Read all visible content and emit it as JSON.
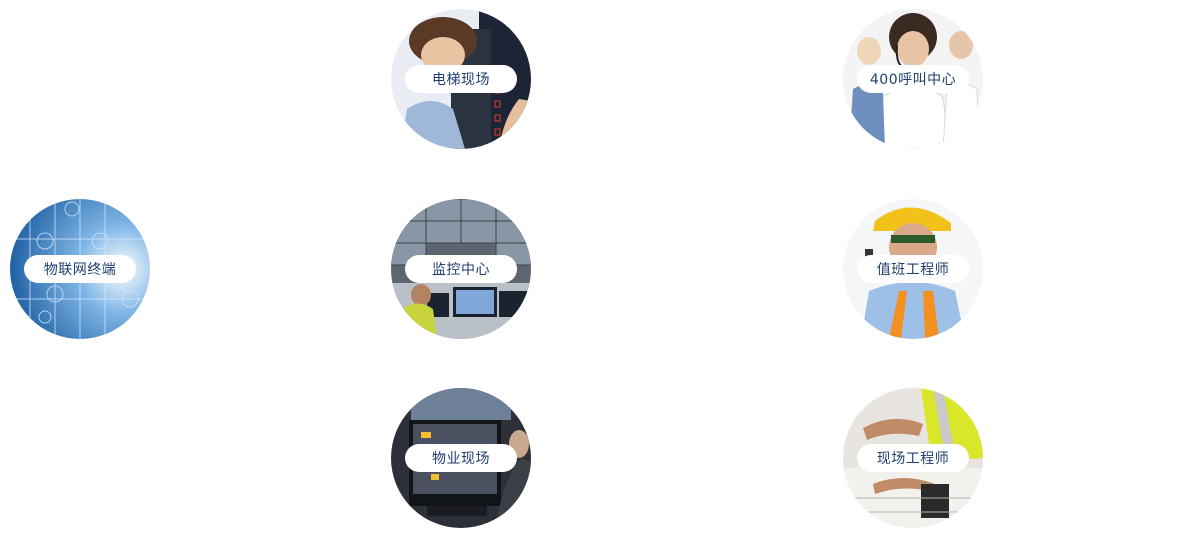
{
  "nodes": {
    "iot_terminal": {
      "label": "物联网终端"
    },
    "elevator_site": {
      "label": "电梯现场"
    },
    "monitoring_center": {
      "label": "监控中心"
    },
    "property_site": {
      "label": "物业现场"
    },
    "call_center": {
      "label": "400呼叫中心"
    },
    "duty_engineer": {
      "label": "值班工程师"
    },
    "field_engineer": {
      "label": "现场工程师"
    }
  }
}
